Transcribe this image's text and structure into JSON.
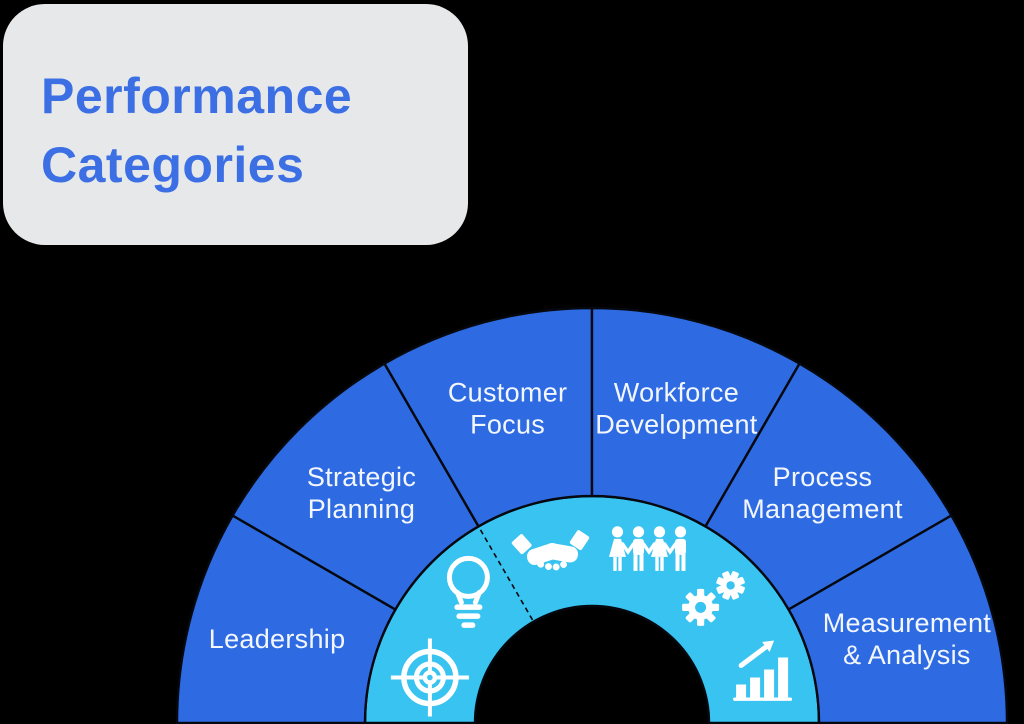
{
  "canvas": {
    "background_color": "#000000"
  },
  "title_card": {
    "title": "Performance Categories",
    "text_color": "#3b6fe3",
    "background_color": "#e7e8ea"
  },
  "chart_data": {
    "type": "pie",
    "variant": "semicircle-donut",
    "title": "Performance Categories",
    "start_angle_deg": 180,
    "end_angle_deg": 0,
    "legend": "none",
    "segments": [
      {
        "label": "Leadership",
        "label_lines": [
          "Leadership"
        ],
        "icon": "target-icon",
        "value": 1
      },
      {
        "label": "Strategic Planning",
        "label_lines": [
          "Strategic",
          "Planning"
        ],
        "icon": "lightbulb-icon",
        "value": 1
      },
      {
        "label": "Customer Focus",
        "label_lines": [
          "Customer",
          "Focus"
        ],
        "icon": "handshake-icon",
        "value": 1
      },
      {
        "label": "Workforce Development",
        "label_lines": [
          "Workforce",
          "Development"
        ],
        "icon": "people-icon",
        "value": 1
      },
      {
        "label": "Process Management",
        "label_lines": [
          "Process",
          "Management"
        ],
        "icon": "gears-icon",
        "value": 1
      },
      {
        "label": "Measurement & Analysis",
        "label_lines": [
          "Measurement",
          "& Analysis"
        ],
        "icon": "bar-chart-icon",
        "value": 1
      }
    ],
    "colors": {
      "outer_ring": "#2e6be2",
      "inner_ring": "#38c3f1",
      "divider": "#05080e",
      "label_text": "#f3f7fd",
      "icon": "#ffffff"
    }
  }
}
